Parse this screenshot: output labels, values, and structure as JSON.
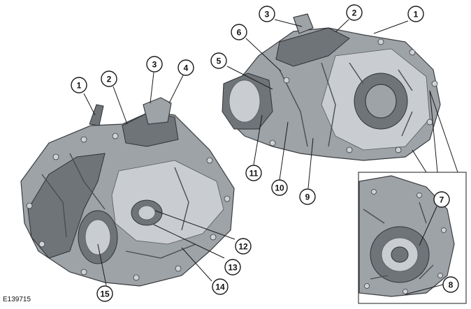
{
  "figure_id": "E139715",
  "callouts": [
    {
      "id": "left-1",
      "label": "1"
    },
    {
      "id": "left-2",
      "label": "2"
    },
    {
      "id": "left-3",
      "label": "3"
    },
    {
      "id": "left-4",
      "label": "4"
    },
    {
      "id": "right-1",
      "label": "1"
    },
    {
      "id": "right-2",
      "label": "2"
    },
    {
      "id": "right-3",
      "label": "3"
    },
    {
      "id": "right-5",
      "label": "5"
    },
    {
      "id": "right-6",
      "label": "6"
    },
    {
      "id": "inset-7",
      "label": "7"
    },
    {
      "id": "inset-8",
      "label": "8"
    },
    {
      "id": "right-9",
      "label": "9"
    },
    {
      "id": "right-10",
      "label": "10"
    },
    {
      "id": "right-11",
      "label": "11"
    },
    {
      "id": "left-12",
      "label": "12"
    },
    {
      "id": "left-13",
      "label": "13"
    },
    {
      "id": "left-14",
      "label": "14"
    },
    {
      "id": "left-15",
      "label": "15"
    }
  ]
}
